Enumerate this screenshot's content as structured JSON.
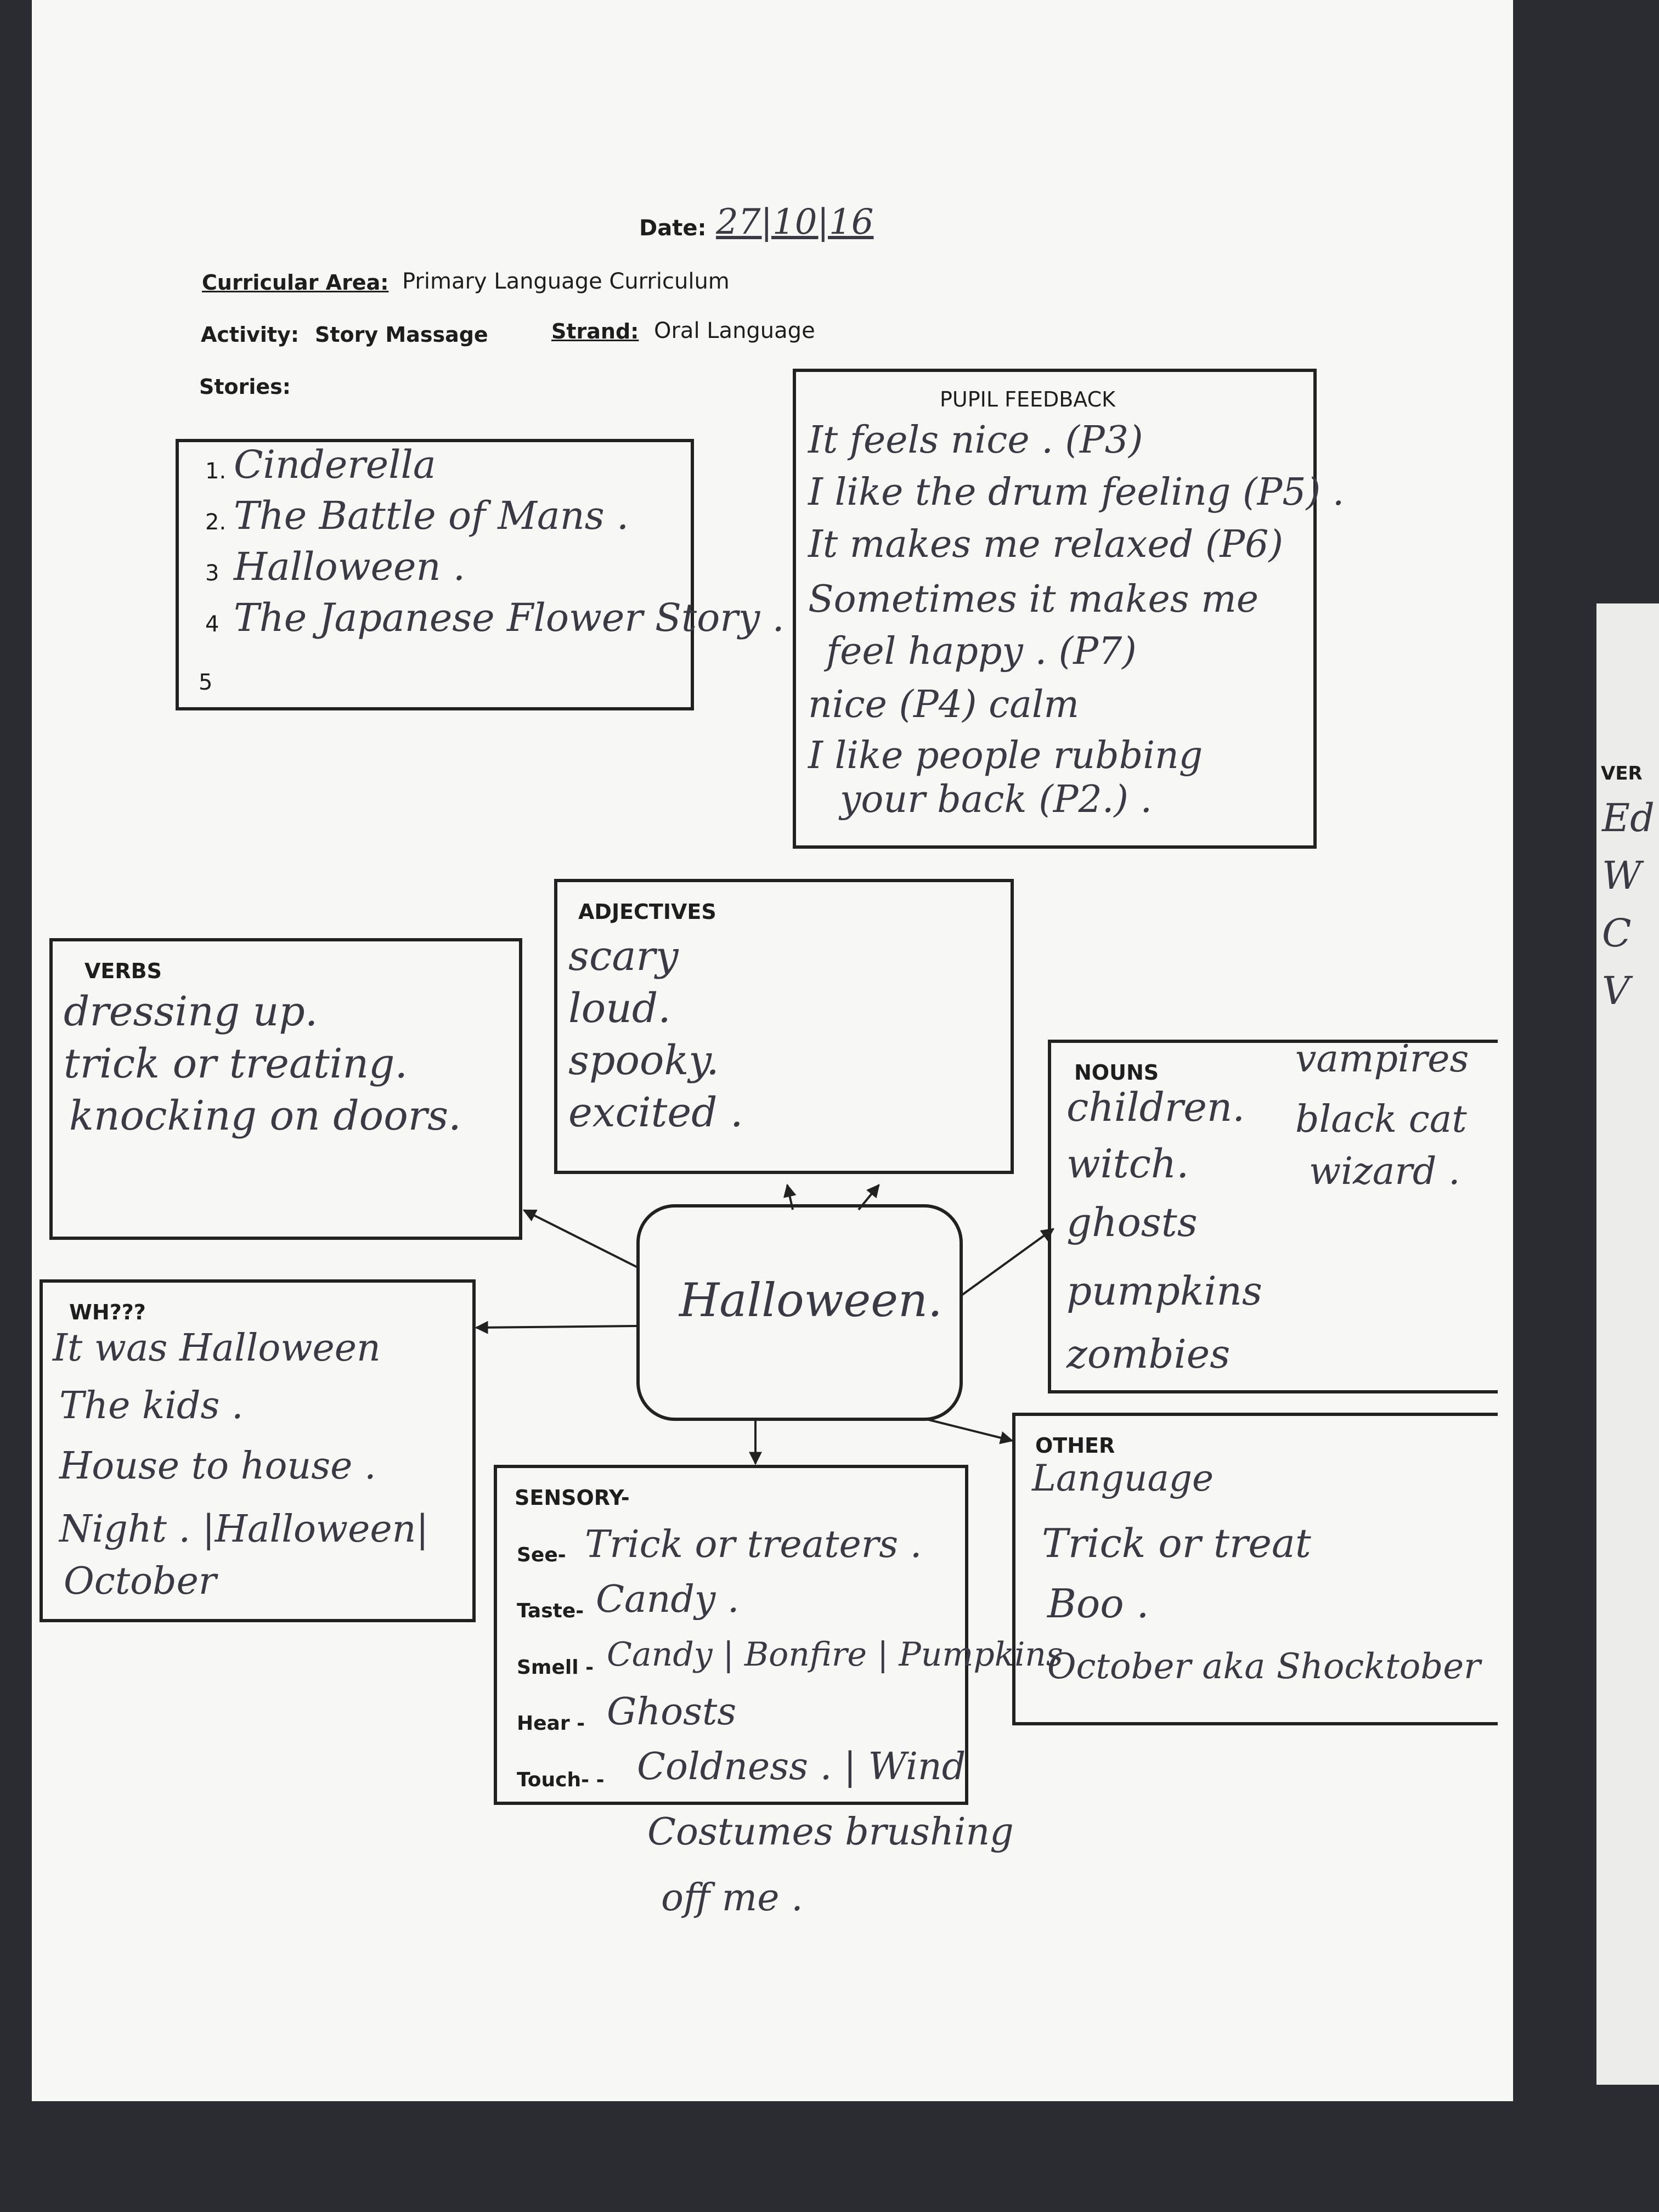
{
  "header": {
    "date_label": "Date:",
    "date_value": "27|10|16",
    "curricular_label": "Curricular Area:",
    "curricular_value": "Primary Language Curriculum",
    "activity_label": "Activity:",
    "activity_value": "Story Massage",
    "strand_label": "Strand:",
    "strand_value": "Oral Language",
    "stories_label": "Stories:"
  },
  "stories": [
    {
      "num": "1.",
      "text": "Cinderella"
    },
    {
      "num": "2.",
      "text": "The Battle of Mans ."
    },
    {
      "num": "3",
      "text": "Halloween ."
    },
    {
      "num": "4",
      "text": "The Japanese Flower Story ."
    },
    {
      "num": "5",
      "text": ""
    }
  ],
  "feedback": {
    "title": "PUPIL FEEDBACK",
    "lines": [
      "It feels nice . (P3)",
      "I like the drum feeling (P5) .",
      "It makes me relaxed (P6)",
      "Sometimes it makes me",
      "feel happy . (P7)",
      "nice (P4) calm",
      "I like people rubbing",
      "your back (P2.) ."
    ]
  },
  "center": {
    "text": "Halloween."
  },
  "verbs": {
    "title": "VERBS",
    "items": [
      "dressing up.",
      "trick or treating.",
      "knocking on doors."
    ]
  },
  "adjectives": {
    "title": "ADJECTIVES",
    "items": [
      "scary",
      "loud.",
      "spooky.",
      "excited ."
    ]
  },
  "nouns": {
    "title": "NOUNS",
    "items": [
      "children.",
      "witch.",
      "ghosts",
      "pumpkins",
      "zombies"
    ],
    "extra": [
      "vampires",
      "black cat",
      "wizard ."
    ]
  },
  "wh": {
    "title": "WH???",
    "items": [
      "It was Halloween",
      "The kids .",
      "House to house .",
      "Night . |Halloween|",
      "October"
    ]
  },
  "sensory": {
    "title": "SENSORY-",
    "rows": [
      {
        "label": "See-",
        "value": "Trick or treaters ."
      },
      {
        "label": "Taste-",
        "value": "Candy ."
      },
      {
        "label": "Smell -",
        "value": "Candy | Bonfire | Pumpkins"
      },
      {
        "label": "Hear -",
        "value": "Ghosts"
      },
      {
        "label": "Touch- -",
        "value": "Coldness . | Wind"
      }
    ],
    "extra": [
      "Costumes brushing",
      "off me ."
    ]
  },
  "other": {
    "title": "OTHER",
    "items": [
      "Language",
      "Trick or treat",
      "Boo .",
      "October aka Shocktober"
    ]
  },
  "side_sheet": {
    "label": "VER",
    "letters": [
      "Ed",
      "W",
      "C",
      "V"
    ]
  }
}
